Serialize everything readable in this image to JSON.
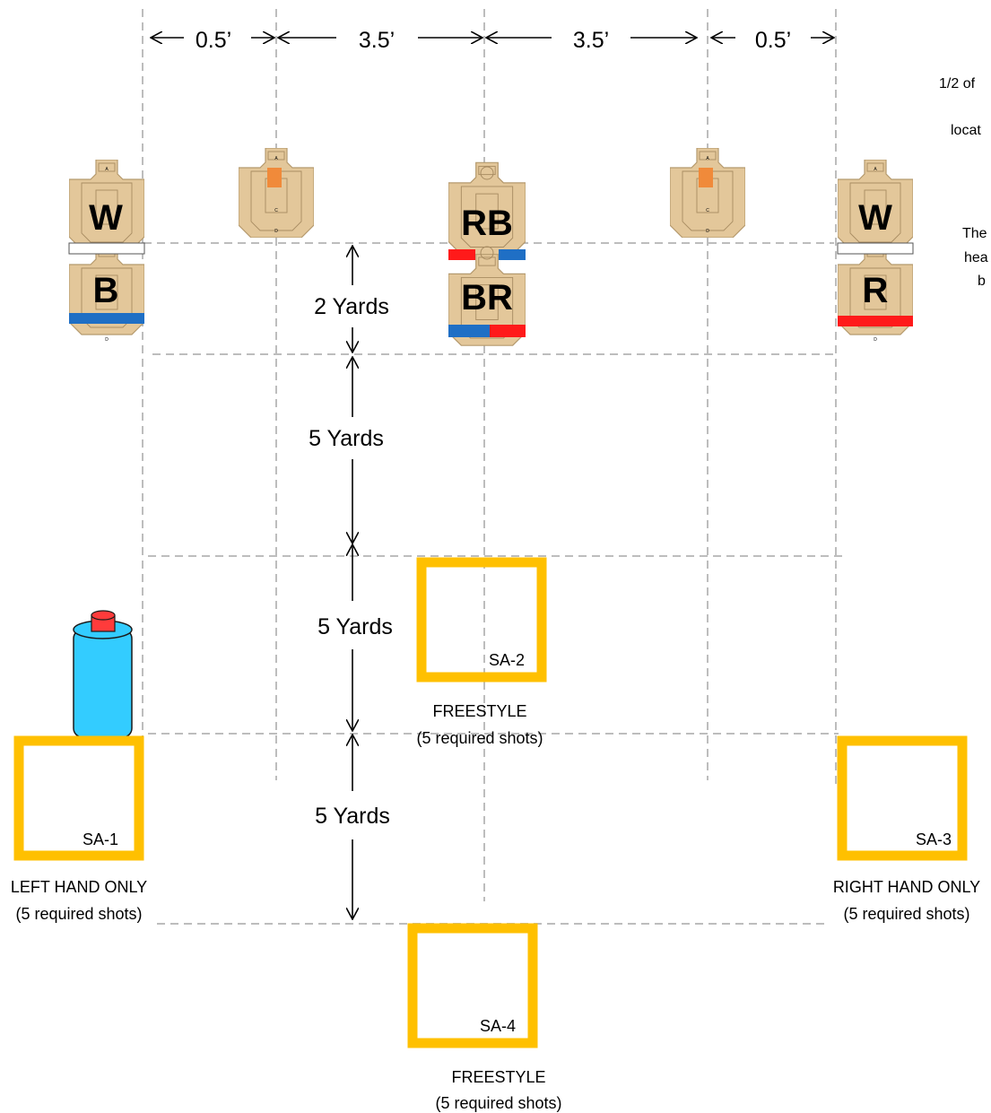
{
  "dimensions": {
    "top": [
      "0.5’",
      "3.5’",
      "3.5’",
      "0.5’"
    ],
    "vertical": [
      "2 Yards",
      "5 Yards",
      "5 Yards",
      "5 Yards"
    ]
  },
  "targets": {
    "left_upper": "W",
    "left_lower": "B",
    "center_upper": "RB",
    "center_lower": "BR",
    "right_upper": "W",
    "right_lower": "R"
  },
  "target_letters": {
    "head": "A",
    "chest": "C",
    "lower": "D"
  },
  "notes": [
    "1/2 of",
    "locat",
    "The",
    "hea",
    "b"
  ],
  "stations": [
    {
      "id": "SA-1",
      "label": "LEFT HAND ONLY",
      "shots": "(5 required shots)"
    },
    {
      "id": "SA-2",
      "label": "FREESTYLE",
      "shots": "(5 required shots)"
    },
    {
      "id": "SA-3",
      "label": "RIGHT HAND ONLY",
      "shots": "(5 required shots)"
    },
    {
      "id": "SA-4",
      "label": "FREESTYLE",
      "shots": "(5 required shots)"
    }
  ],
  "colors": {
    "station_box": "#ffc000",
    "blue_band": "#1f6fc5",
    "red_band": "#ff1a1a",
    "white_band": "#ffffff",
    "orange_patch": "#f08a3a",
    "bottle_body": "#33ccff",
    "bottle_cap": "#ff3b3b",
    "target_paper": "#e3c79a"
  }
}
